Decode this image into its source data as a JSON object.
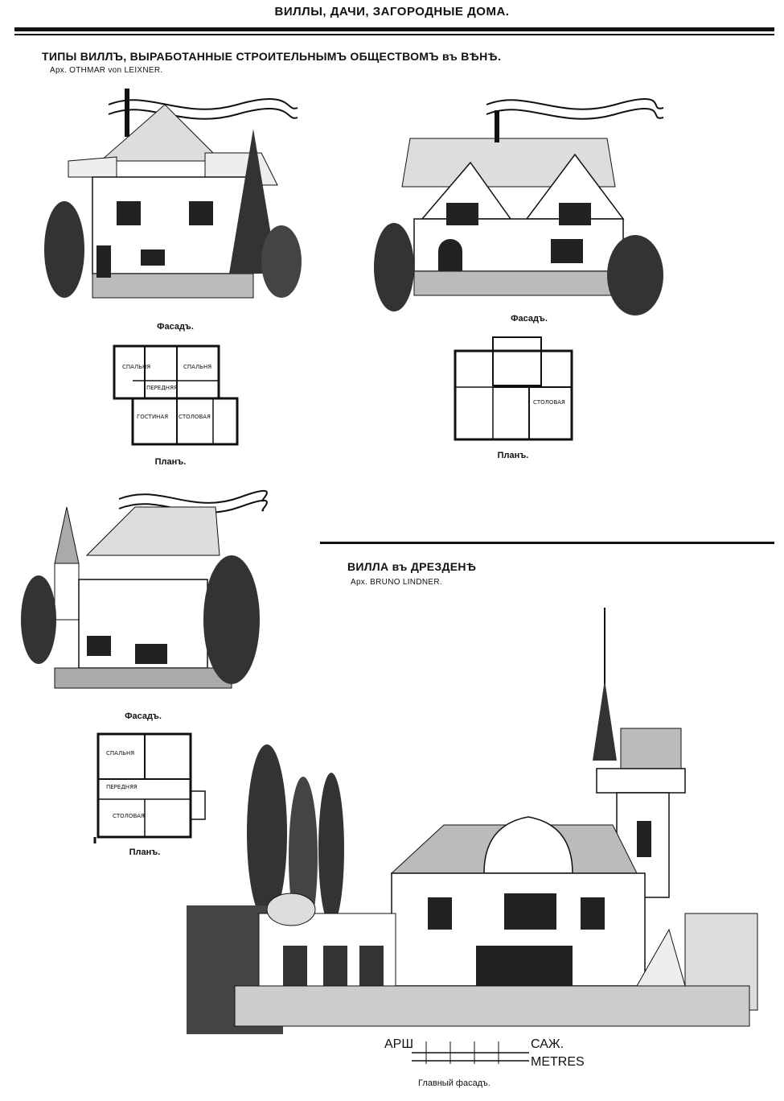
{
  "header": {
    "title": "ВИЛЛЫ, ДАЧИ, ЗАГОРОДНЫЕ ДОМА."
  },
  "section1": {
    "title": "ТИПЫ ВИЛЛЪ, ВЫРАБОТАННЫЕ СТРОИТЕЛЬНЫМЪ ОБЩЕСТВОМЪ въ ВѢНѢ.",
    "architect": "Арх. OTHMAR von LEIXNER."
  },
  "villa1": {
    "facade_caption": "Фасадъ.",
    "plan_caption": "Планъ.",
    "rooms": [
      "СПАЛЬНЯ",
      "ПЕРЕДНЯЯ",
      "ГОСТИНАЯ",
      "СТОЛОВАЯ"
    ]
  },
  "villa2": {
    "facade_caption": "Фасадъ.",
    "plan_caption": "Планъ.",
    "rooms": [
      "СТОЛОВАЯ"
    ]
  },
  "villa3": {
    "facade_caption": "Фасадъ.",
    "plan_caption": "Планъ.",
    "rooms": [
      "СПАЛЬНЯ",
      "ПЕРЕДНЯЯ",
      "СТОЛОВАЯ"
    ]
  },
  "section2": {
    "title": "ВИЛЛА въ ДРЕЗДЕНѢ",
    "architect": "Арх. BRUNO LINDNER.",
    "caption": "Главный фасадъ.",
    "scale": {
      "arsh": "АРШ",
      "sazh": "САЖ.",
      "metres": "METRES"
    }
  },
  "colors": {
    "ink": "#111111",
    "paper": "#ffffff"
  }
}
